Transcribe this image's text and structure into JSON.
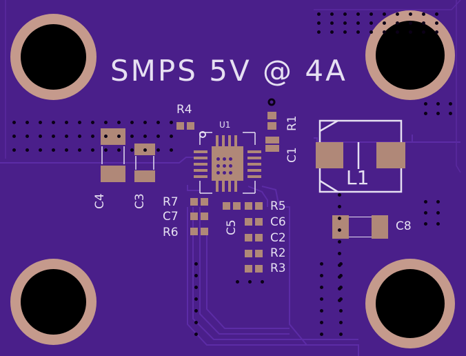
{
  "board": {
    "title": "SMPS 5V @ 4A",
    "colors": {
      "mask": "#4a1f8a",
      "copper": "#5a2aa0",
      "silkscreen": "#e6e0f2",
      "pad": "#b08878",
      "ring": "#c59a8c",
      "hole": "#000000"
    }
  },
  "labels": {
    "u1": "U1",
    "r1": "R1",
    "r2": "R2",
    "r3": "R3",
    "r4": "R4",
    "r5": "R5",
    "r6": "R6",
    "r7": "R7",
    "c1": "C1",
    "c2": "C2",
    "c3": "C3",
    "c4": "C4",
    "c5": "C5",
    "c6": "C6",
    "c7": "C7",
    "c8": "C8",
    "l1": "L1"
  }
}
